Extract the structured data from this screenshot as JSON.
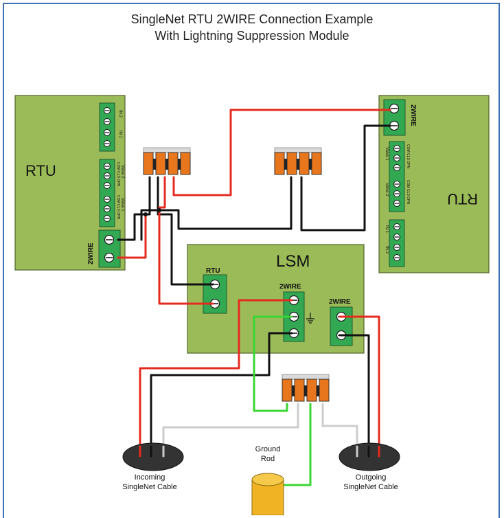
{
  "title": {
    "line1": "SingleNet RTU 2WIRE Connection Example",
    "line2": "With Lightning Suppression Module"
  },
  "rtu_left": {
    "label": "RTU",
    "port_2wire": "2WIRE",
    "blocks": [
      "IN 2",
      "IN 1",
      "COM CLS OPN",
      "Valve 2",
      "COM CLS OPN",
      "Valve 1"
    ]
  },
  "rtu_right": {
    "label": "RTU",
    "port_2wire": "2WIRE",
    "blocks": [
      "COM CLS OPN",
      "Valve 1",
      "COM CLS OPN",
      "Valve 2",
      "IN 1",
      "IN 2"
    ]
  },
  "lsm": {
    "label": "LSM",
    "port_rtu": "RTU",
    "port_2wire_in": "2WIRE",
    "port_2wire_out": "2WIRE"
  },
  "incoming_cable": "Incoming SingleNet Cable",
  "incoming_line1": "Incoming",
  "incoming_line2": "SingleNet Cable",
  "outgoing_line1": "Outgoing",
  "outgoing_line2": "SingleNet Cable",
  "ground_line1": "Ground",
  "ground_line2": "Rod",
  "colors": {
    "board": "#9bbb59",
    "board_edge": "#4f6228",
    "terminal": "#33a853",
    "wire_red": "#e52b20",
    "wire_black": "#111111",
    "wire_green": "#3ad633",
    "wire_gray": "#cccccc",
    "connector": "#e8761c",
    "frame": "#3c6fb4",
    "ground_rod": "#f0b323"
  }
}
